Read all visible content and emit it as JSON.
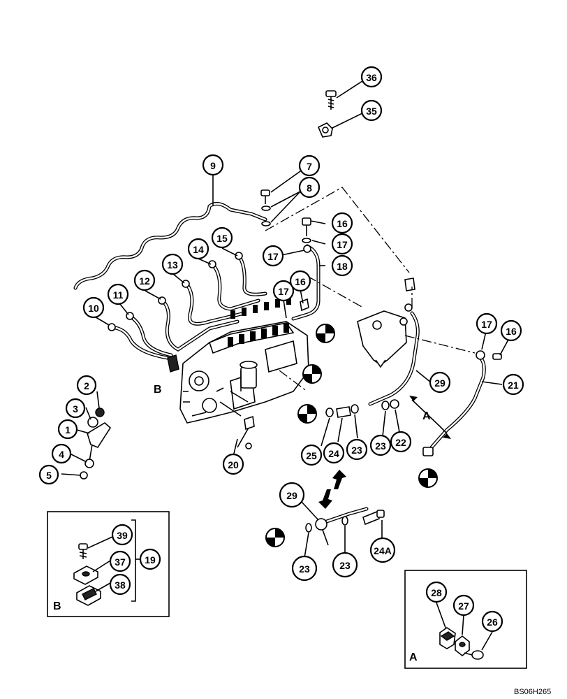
{
  "callouts": [
    {
      "id": "36",
      "label": "36"
    },
    {
      "id": "35",
      "label": "35"
    },
    {
      "id": "9",
      "label": "9"
    },
    {
      "id": "7",
      "label": "7"
    },
    {
      "id": "8",
      "label": "8"
    },
    {
      "id": "16a",
      "label": "16"
    },
    {
      "id": "17a",
      "label": "17"
    },
    {
      "id": "17b",
      "label": "17"
    },
    {
      "id": "18",
      "label": "18"
    },
    {
      "id": "15",
      "label": "15"
    },
    {
      "id": "14",
      "label": "14"
    },
    {
      "id": "13",
      "label": "13"
    },
    {
      "id": "12",
      "label": "12"
    },
    {
      "id": "11",
      "label": "11"
    },
    {
      "id": "10",
      "label": "10"
    },
    {
      "id": "17c",
      "label": "17"
    },
    {
      "id": "16b",
      "label": "16"
    },
    {
      "id": "17d",
      "label": "17"
    },
    {
      "id": "16c",
      "label": "16"
    },
    {
      "id": "21",
      "label": "21"
    },
    {
      "id": "29a",
      "label": "29"
    },
    {
      "id": "2",
      "label": "2"
    },
    {
      "id": "3",
      "label": "3"
    },
    {
      "id": "1",
      "label": "1"
    },
    {
      "id": "4",
      "label": "4"
    },
    {
      "id": "5",
      "label": "5"
    },
    {
      "id": "20",
      "label": "20"
    },
    {
      "id": "25",
      "label": "25"
    },
    {
      "id": "24",
      "label": "24"
    },
    {
      "id": "23a",
      "label": "23"
    },
    {
      "id": "23b",
      "label": "23"
    },
    {
      "id": "22",
      "label": "22"
    },
    {
      "id": "29b",
      "label": "29"
    },
    {
      "id": "23c",
      "label": "23"
    },
    {
      "id": "23d",
      "label": "23"
    },
    {
      "id": "24A",
      "label": "24A"
    },
    {
      "id": "39",
      "label": "39"
    },
    {
      "id": "37",
      "label": "37"
    },
    {
      "id": "38",
      "label": "38"
    },
    {
      "id": "19",
      "label": "19"
    },
    {
      "id": "28",
      "label": "28"
    },
    {
      "id": "27",
      "label": "27"
    },
    {
      "id": "26",
      "label": "26"
    }
  ],
  "letters": {
    "b_ref": "B",
    "a_ref": "A"
  },
  "insets": {
    "b_label": "B",
    "a_label": "A"
  },
  "doc_code": "BS06H265"
}
